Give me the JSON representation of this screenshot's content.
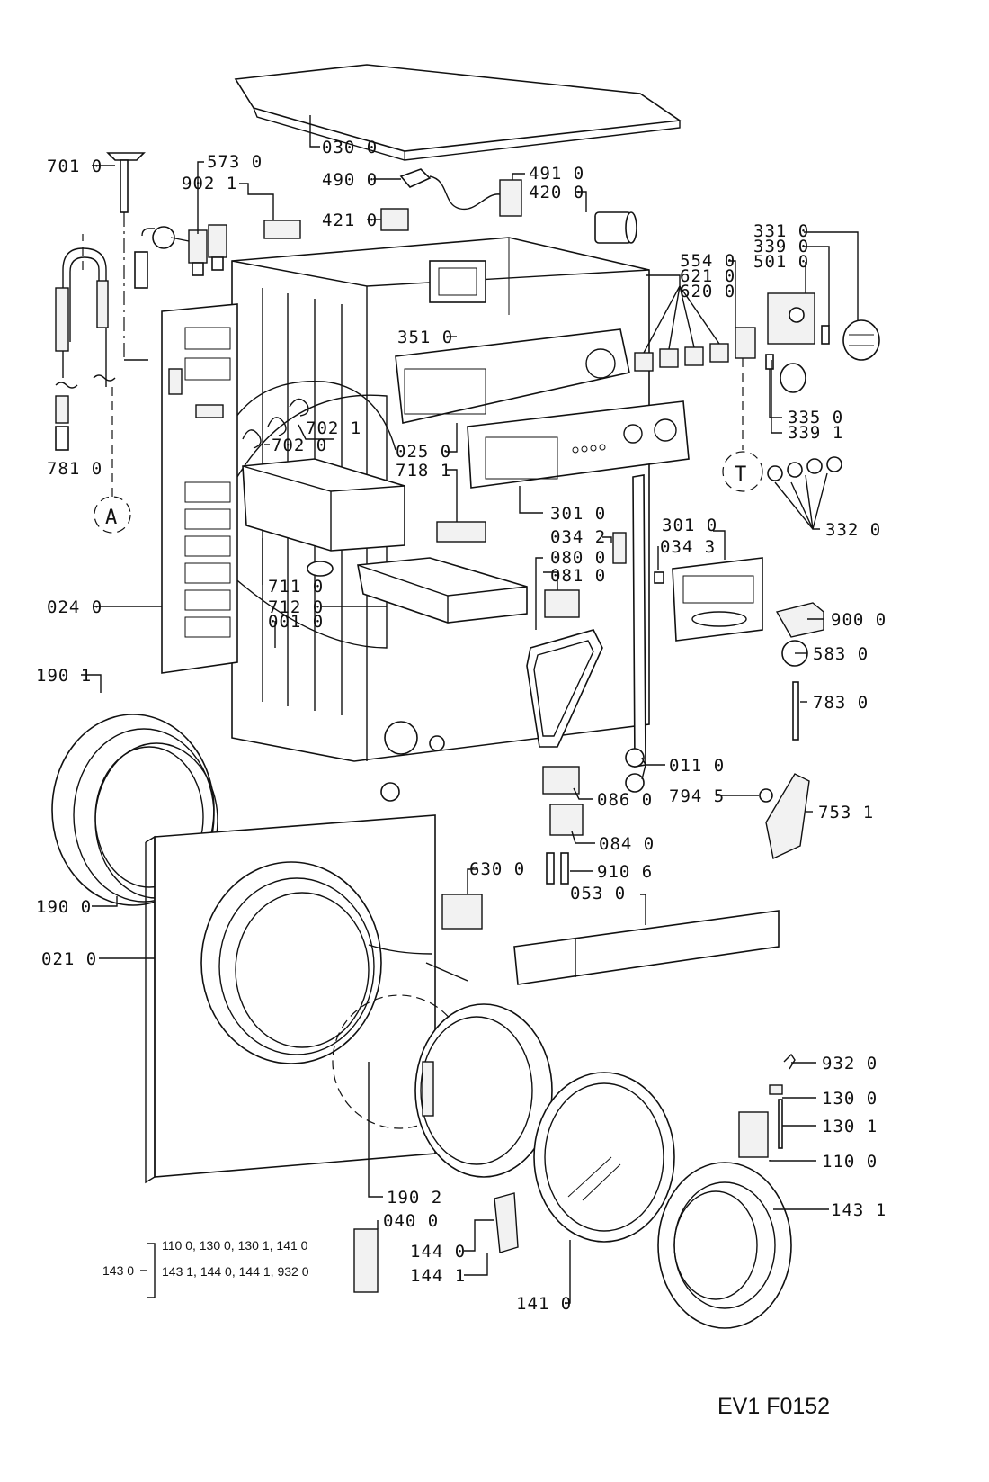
{
  "labels": {
    "p030_0": "030 0",
    "p701_0": "701 0",
    "p573_0": "573 0",
    "p902_1": "902 1",
    "p490_0": "490 0",
    "p491_0": "491 0",
    "p420_0": "420 0",
    "p421_0": "421 0",
    "p331_0": "331 0",
    "p339_0": "339 0",
    "p501_0": "501 0",
    "p554_0": "554 0",
    "p621_0": "621 0",
    "p620_0": "620 0",
    "p351_0": "351 0",
    "p702_1": "702 1",
    "p702_0": "702 0",
    "p335_0": "335 0",
    "p339_1": "339 1",
    "p781_0": "781 0",
    "p025_0": "025 0",
    "p718_1": "718 1",
    "p301_0a": "301 0",
    "p332_0": "332 0",
    "p301_0b": "301 0",
    "p034_2": "034 2",
    "p034_3": "034 3",
    "p080_0": "080 0",
    "p081_0": "081 0",
    "p711_0": "711 0",
    "p024_0": "024 0",
    "p712_0": "712 0",
    "p001_0": "001 0",
    "p900_0": "900 0",
    "p583_0": "583 0",
    "p190_1": "190 1",
    "p783_0": "783 0",
    "p011_0": "011 0",
    "p086_0": "086 0",
    "p794_5": "794 5",
    "p753_1": "753 1",
    "p084_0": "084 0",
    "p630_0": "630 0",
    "p910_6": "910 6",
    "p053_0": "053 0",
    "p190_0": "190 0",
    "p021_0": "021 0",
    "p932_0": "932 0",
    "p130_0": "130 0",
    "p130_1": "130 1",
    "p110_0": "110 0",
    "p190_2": "190 2",
    "p143_1": "143 1",
    "p040_0": "040 0",
    "p144_0": "144 0",
    "p144_1": "144 1",
    "p141_0": "141 0"
  },
  "markers": {
    "a": "A",
    "t": "T"
  },
  "kit_note": {
    "id": "143 0",
    "line1": "110 0, 130 0, 130 1, 141 0",
    "line2": "143 1, 144 0, 144 1, 932 0"
  },
  "drawing_code": "EV1 F0152"
}
